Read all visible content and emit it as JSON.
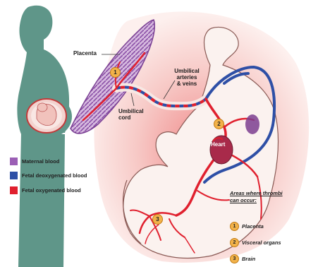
{
  "labels": {
    "placenta": "Placenta",
    "umbilical_arteries_veins": [
      "Umbilical",
      "arteries",
      "& veins"
    ],
    "umbilical_cord": [
      "Umbilical",
      "cord"
    ],
    "heart": "Heart"
  },
  "legend": [
    {
      "label": "Maternal blood",
      "color": "#9b5fb5"
    },
    {
      "label": "Fetal deoxygenated blood",
      "color": "#2e4fa6"
    },
    {
      "label": "Fetal oxygenated blood",
      "color": "#e0202e"
    }
  ],
  "thrombi_key": {
    "title": [
      "Areas where thrombi",
      "can occur:"
    ],
    "items": [
      {
        "number": "1",
        "label": "Placenta"
      },
      {
        "number": "2",
        "label": "Visceral organs"
      },
      {
        "number": "3",
        "label": "Brain"
      }
    ]
  },
  "markers": {
    "one": "1",
    "two": "2",
    "three": "3"
  },
  "colors": {
    "maternal": "#9b5fb5",
    "deoxygenated": "#2e4fa6",
    "oxygenated": "#e0202e",
    "silhouette": "#5f9689",
    "skin": "#f6e4df"
  }
}
